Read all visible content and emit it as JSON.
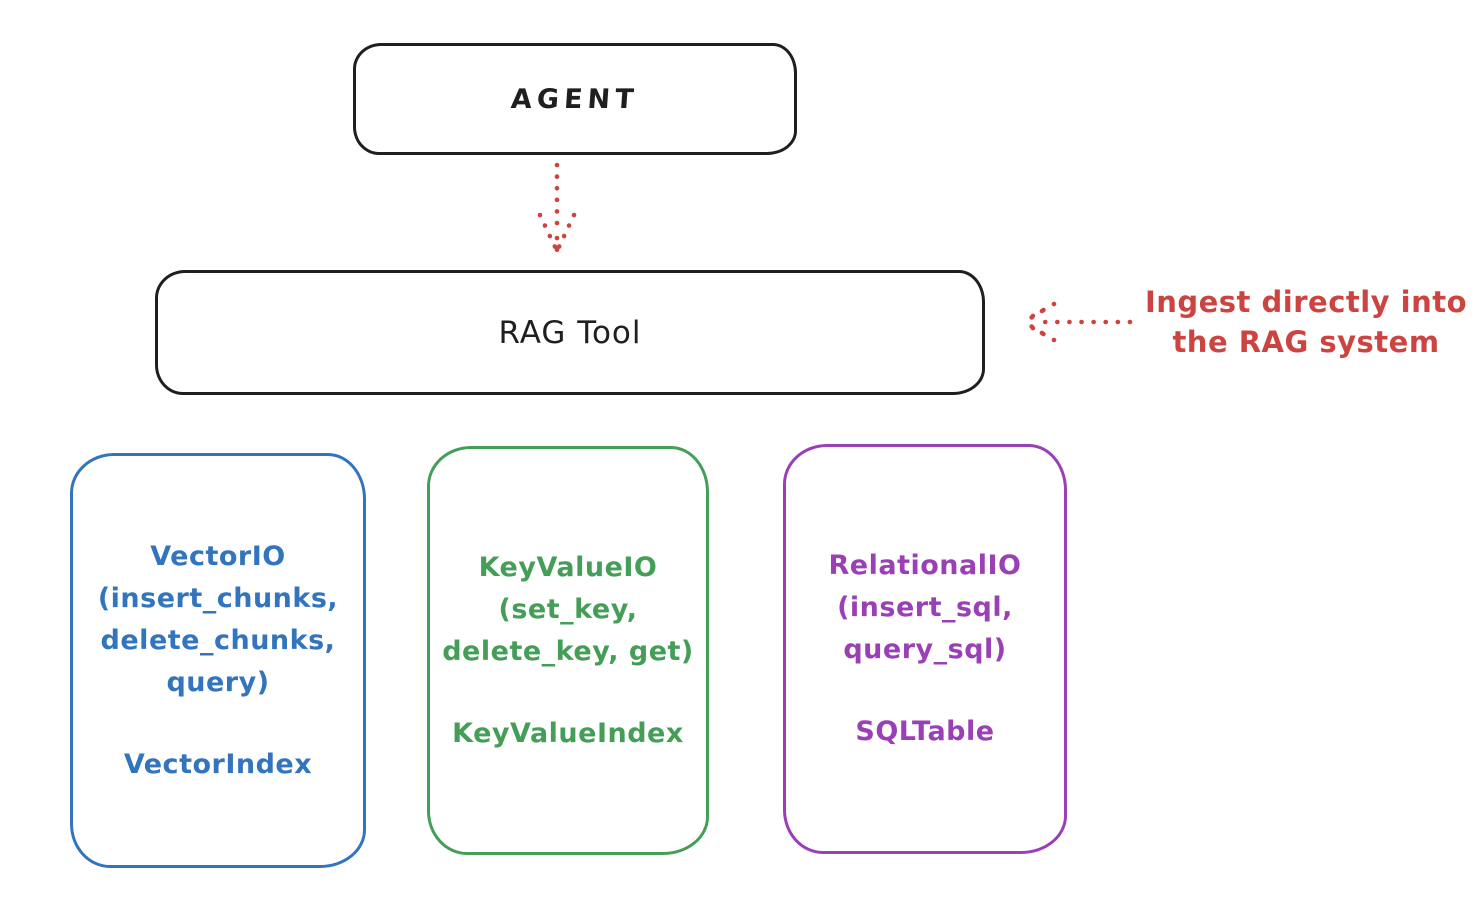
{
  "agent_node": {
    "label": "AGENT",
    "border_color": "#1f1f1f"
  },
  "rag_tool_node": {
    "label": "RAG Tool",
    "border_color": "#1f1f1f"
  },
  "ingest_annotation": {
    "text_line1": "Ingest directly into",
    "text_line2": "the RAG system",
    "color": "#cd4340"
  },
  "arrows": {
    "agent_to_rag": "dotted-down-arrow",
    "annotation_to_rag": "dotted-left-arrow",
    "color": "#cd4340"
  },
  "backend_nodes": [
    {
      "name": "vector-io",
      "color": "#3274bd",
      "lines": [
        "VectorIO",
        "(insert_chunks,",
        "delete_chunks,",
        "query)"
      ],
      "index_label": "VectorIndex"
    },
    {
      "name": "key-value-io",
      "color": "#449e58",
      "lines": [
        "KeyValueIO",
        "(set_key,",
        "delete_key, get)"
      ],
      "index_label": "KeyValueIndex"
    },
    {
      "name": "relational-io",
      "color": "#9a3fb5",
      "lines": [
        "RelationalIO",
        "(insert_sql,",
        "query_sql)"
      ],
      "index_label": "SQLTable"
    }
  ]
}
